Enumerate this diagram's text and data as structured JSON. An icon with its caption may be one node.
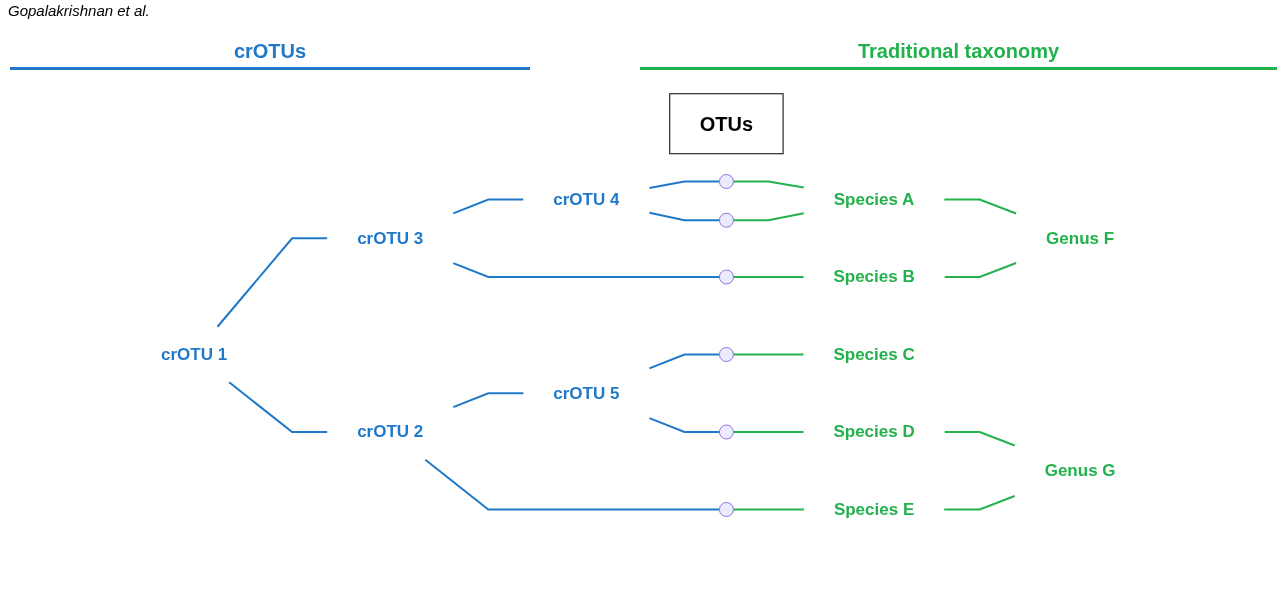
{
  "diagram": {
    "nodes": [
      {
        "text": [
          "OTUs"
        ]
      },
      {
        "text": [
          "crOTU 4"
        ]
      },
      {
        "text": [
          "crOTU 3"
        ]
      },
      {
        "text": [
          "crOTU 1"
        ]
      },
      {
        "text": [
          "crOTU 5"
        ]
      },
      {
        "text": [
          "crOTU 2"
        ]
      },
      {
        "text": [],
        "shape": "circle"
      },
      {
        "text": [],
        "shape": "circle"
      },
      {
        "text": [],
        "shape": "circle"
      },
      {
        "text": [],
        "shape": "circle"
      },
      {
        "text": [],
        "shape": "circle"
      },
      {
        "text": [],
        "shape": "circle"
      },
      {
        "text": [
          "Species A"
        ]
      },
      {
        "text": [
          "Genus F"
        ]
      },
      {
        "text": [
          "Species B"
        ]
      },
      {
        "text": [
          "Species C"
        ]
      },
      {
        "text": [
          "Species D"
        ]
      },
      {
        "text": [
          "Genus G"
        ]
      },
      {
        "text": [
          "Species E"
        ]
      }
    ],
    "edges": [
      {
        "from": 3,
        "to": 2,
        "arrow": "none"
      },
      {
        "from": 3,
        "to": 5,
        "arrow": "none"
      },
      {
        "from": 2,
        "to": 1,
        "arrow": "none"
      },
      {
        "from": 1,
        "to": 6,
        "arrow": "none"
      },
      {
        "from": 1,
        "to": 7,
        "arrow": "none"
      },
      {
        "from": 2,
        "to": 8,
        "arrow": "none"
      },
      {
        "from": 5,
        "to": 4,
        "arrow": "none"
      },
      {
        "from": 4,
        "to": 9,
        "arrow": "none"
      },
      {
        "from": 4,
        "to": 10,
        "arrow": "none"
      },
      {
        "from": 5,
        "to": 11,
        "arrow": "none"
      },
      {
        "from": 6,
        "to": 12,
        "arrow": "none",
        "color": "#22b14c"
      },
      {
        "from": 7,
        "to": 12,
        "arrow": "none",
        "color": "#22b14c"
      },
      {
        "from": 12,
        "to": 13,
        "arrow": "none",
        "color": "#22b14c"
      },
      {
        "from": 8,
        "to": 14,
        "arrow": "none",
        "color": "#22b14c"
      },
      {
        "from": 14,
        "to": 13,
        "arrow": "none",
        "color": "#22b14c"
      },
      {
        "from": 9,
        "to": 15,
        "arrow": "none",
        "color": "#22b14c"
      },
      {
        "from": 10,
        "to": 16,
        "arrow": "none",
        "color": "#22b14c"
      },
      {
        "from": 16,
        "to": 17,
        "arrow": "none",
        "color": "#22b14c"
      },
      {
        "from": 11,
        "to": 18,
        "arrow": "none",
        "color": "#22b14c"
      },
      {
        "from": 18,
        "to": 17,
        "arrow": "none",
        "color": "#22b14c"
      }
    ],
    "labels": [
      "Gopalakrishnan et al.",
      "crOTUs",
      "Traditional taxonomy"
    ]
  }
}
